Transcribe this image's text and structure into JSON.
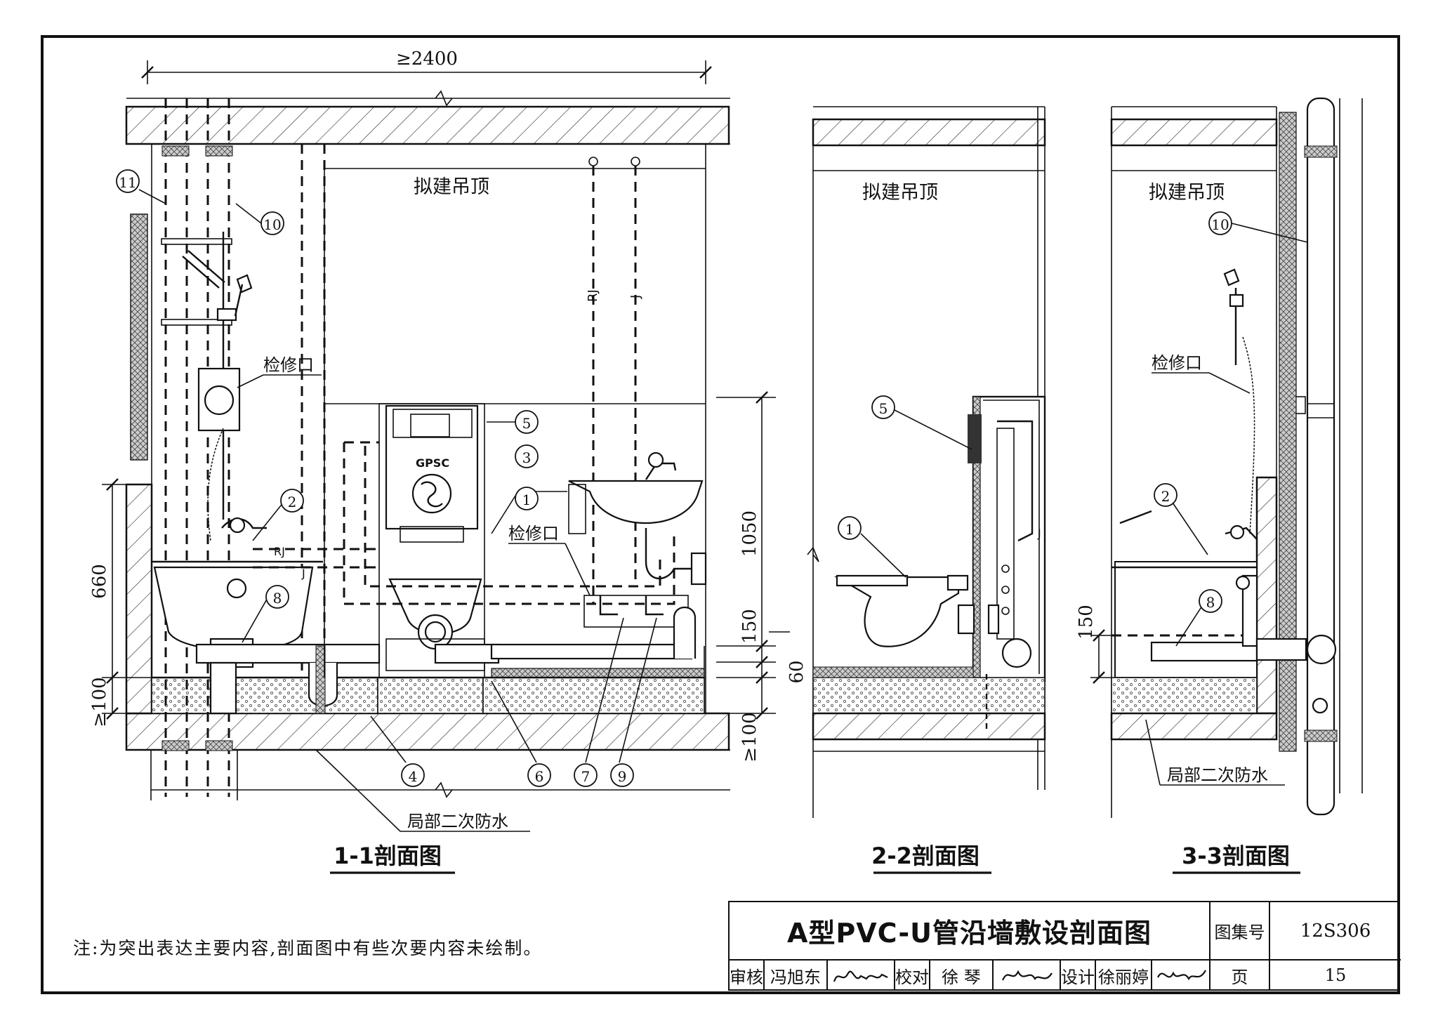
{
  "dimensions": {
    "width_min": "≥2400",
    "d660": "660",
    "d100a": "≥100",
    "d100b": "100",
    "d1050": "1050",
    "d150a": "150",
    "d60": "60",
    "d100c": "≥100",
    "d150b": "150"
  },
  "labels": {
    "ceiling_1": "拟建吊顶",
    "ceiling_2": "拟建吊顶",
    "ceiling_3": "拟建吊顶",
    "access_1": "检修口",
    "access_2": "检修口",
    "access_3": "检修口",
    "waterproof_1": "局部二次防水",
    "waterproof_3": "局部二次防水",
    "pipe_rj": "RJ",
    "pipe_j": "J",
    "tank_brand": "GPSC"
  },
  "callouts": [
    "1",
    "2",
    "3",
    "4",
    "5",
    "6",
    "7",
    "8",
    "9",
    "10",
    "11"
  ],
  "sections": {
    "s1": "1-1剖面图",
    "s2": "2-2剖面图",
    "s3": "3-3剖面图"
  },
  "note": "注:为突出表达主要内容,剖面图中有些次要内容未绘制。",
  "title_block": {
    "title": "A型PVC-U管沿墙敷设剖面图",
    "atlas_label": "图集号",
    "atlas_no": "12S306",
    "review_label": "审核",
    "reviewer": "冯旭东",
    "check_label": "校对",
    "checker": "徐 琴",
    "design_label": "设计",
    "designer": "徐丽婷",
    "page_label": "页",
    "page_no": "15"
  }
}
